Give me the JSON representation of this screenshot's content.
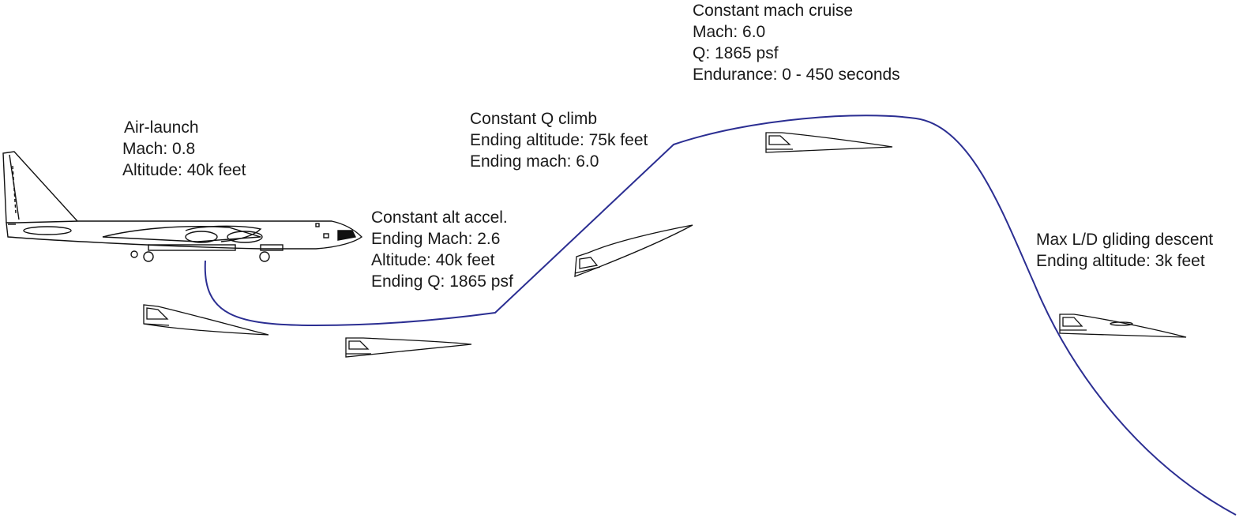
{
  "colors": {
    "trajectory": "#2b2e92",
    "outline": "#111111",
    "background": "#ffffff"
  },
  "phases": {
    "air_launch": {
      "title": "Air-launch",
      "line1": "Mach: 0.8",
      "line2": "Altitude: 40k feet"
    },
    "const_alt_accel": {
      "title": "Constant alt accel.",
      "line1": "Ending Mach: 2.6",
      "line2": "Altitude: 40k feet",
      "line3": "Ending Q: 1865 psf"
    },
    "const_q_climb": {
      "title": "Constant Q climb",
      "line1": "Ending altitude: 75k feet",
      "line2": "Ending mach: 6.0"
    },
    "const_mach_cruise": {
      "title": "Constant mach cruise",
      "line1": "Mach: 6.0",
      "line2": "Q: 1865 psf",
      "line3": "Endurance: 0 - 450 seconds"
    },
    "glide_descent": {
      "title": "Max L/D gliding descent",
      "line1": "Ending altitude: 3k feet"
    }
  }
}
